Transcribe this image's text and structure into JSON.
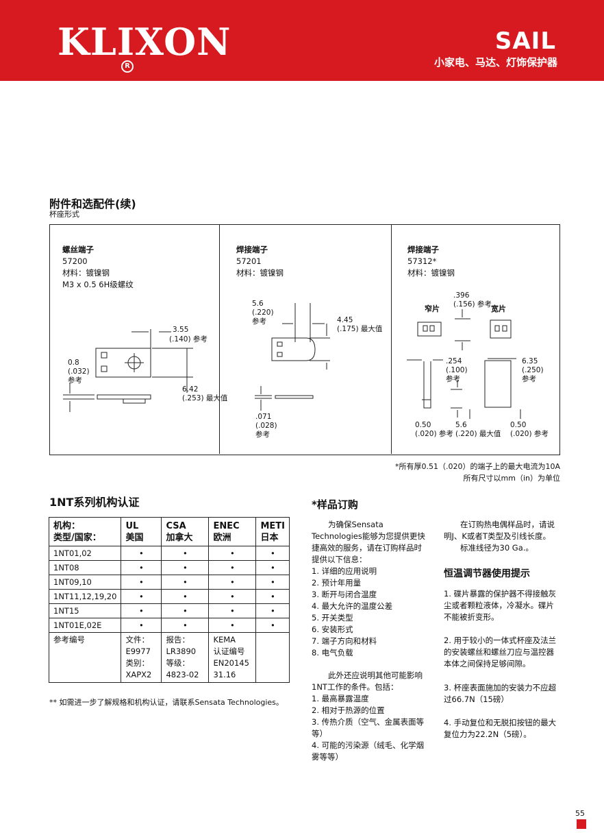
{
  "header": {
    "brand": "KLIXON",
    "reg_mark": "R",
    "product_line": "SAIL",
    "subtitle": "小家电、马达、灯饰保护器"
  },
  "colors": {
    "brand_red": "#d71920",
    "text": "#111111",
    "line": "#222222"
  },
  "section_accessories": {
    "title": "附件和选配件(续)",
    "subtitle": "杯座形式"
  },
  "panels": [
    {
      "title": "螺丝端子",
      "part_no": "57200",
      "material": "材料：镀镍钢",
      "thread": "M3 x 0.5 6H级螺纹",
      "dims": {
        "d1": "3.55",
        "d1b": "(.140) 参考",
        "d2": "0.8",
        "d2b": "(.032)",
        "d2c": "参考",
        "d3": "6.42",
        "d3b": "(.253) 最大值"
      }
    },
    {
      "title": "焊接端子",
      "part_no": "57201",
      "material": "材料：镀镍钢",
      "dims": {
        "d1": "5.6",
        "d1b": "(.220)",
        "d1c": "参考",
        "d2": "4.45",
        "d2b": "(.175) 最大值",
        "d3": ".071",
        "d3b": "(.028)",
        "d3c": "参考"
      }
    },
    {
      "title": "焊接端子",
      "part_no": "57312*",
      "material": "材料：镀镍钢",
      "dims": {
        "narrow": "窄片",
        "wide": "宽片",
        "d1": ".396",
        "d1b": "(.156) 参考",
        "d2": ".254",
        "d2b": "(.100)",
        "d2c": "参考",
        "d3": "6.35",
        "d3b": "(.250)",
        "d3c": "参考",
        "d4": "0.50",
        "d4b": "(.020) 参考",
        "d5": "5.6",
        "d5b": "(.220) 最大值",
        "d6": "0.50",
        "d6b": "(.020) 参考"
      }
    }
  ],
  "footnote_current": "*所有厚0.51（.020）的端子上的最大电流为10A",
  "footnote_units": "所有尺寸以mm（in）为单位",
  "cert_section": {
    "title": "1NT系列机构认证",
    "headers": {
      "label": [
        "机构：",
        "类型/国家："
      ],
      "ul": [
        "UL",
        "美国"
      ],
      "csa": [
        "CSA",
        "加拿大"
      ],
      "enec": [
        "ENEC",
        "欧洲"
      ],
      "meti": [
        "METI",
        "日本"
      ]
    },
    "rows": [
      {
        "model": "1NT01,02",
        "ul": "•",
        "csa": "•",
        "enec": "•",
        "meti": "•"
      },
      {
        "model": "1NT08",
        "ul": "•",
        "csa": "•",
        "enec": "•",
        "meti": "•"
      },
      {
        "model": "1NT09,10",
        "ul": "•",
        "csa": "•",
        "enec": "•",
        "meti": "•"
      },
      {
        "model": "1NT11,12,19,20",
        "ul": "•",
        "csa": "•",
        "enec": "•",
        "meti": "•"
      },
      {
        "model": "1NT15",
        "ul": "•",
        "csa": "•",
        "enec": "•",
        "meti": "•"
      },
      {
        "model": "1NT01E,02E",
        "ul": "•",
        "csa": "•",
        "enec": "•",
        "meti": "•"
      }
    ],
    "reference": {
      "label": "参考编号",
      "ul": [
        "文件：",
        "E9977",
        "类别：",
        "XAPX2"
      ],
      "csa": [
        "报告：",
        "LR3890",
        "等级：",
        "4823-02"
      ],
      "enec": [
        "KEMA",
        "认证编号",
        "EN20145",
        "31.16"
      ],
      "meti": []
    },
    "footnote": "** 如需进一步了解规格和机构认证，请联系Sensata Technologies。"
  },
  "sample_order": {
    "title": "*样品订购",
    "intro": "为确保Sensata Technologies能够为您提供更快捷高效的服务，请在订购样品时提供以下信息：",
    "items": [
      "1. 详细的应用说明",
      "2. 预计年用量",
      "3. 断开与闭合温度",
      "4. 最大允许的温度公差",
      "5. 开关类型",
      "6. 安装形式",
      "7. 端子方向和材料",
      "8. 电气负载"
    ],
    "extra_intro": "此外还应说明其他可能影响1NT工作的条件。包括：",
    "extra_items": [
      "1. 最高暴露温度",
      "2. 相对于热源的位置",
      "3. 传热介质（空气、金属表面等等）",
      "4. 可能的污染源（绒毛、化学烟雾等等）"
    ]
  },
  "right_col": {
    "order_note": "在订购热电偶样品时，请说明J、K或者T类型及引线长度。",
    "standard_gauge": "标准线径为30 Ga.。",
    "tips_title": "恒温调节器使用提示",
    "tips": [
      "1. 碟片暴露的保护器不得接触灰尘或者颗粒液体，冷凝水。碟片不能被折变形。",
      "2. 用于较小的一体式杯座及法兰的安装螺丝和螺丝刀应与温控器本体之间保持足够间隙。",
      "3. 杯座表面施加的安装力不应超过66.7N（15磅）",
      "4. 手动复位和无脱扣按钮的最大复位力为22.2N（5磅）。"
    ]
  },
  "page_number": "55"
}
